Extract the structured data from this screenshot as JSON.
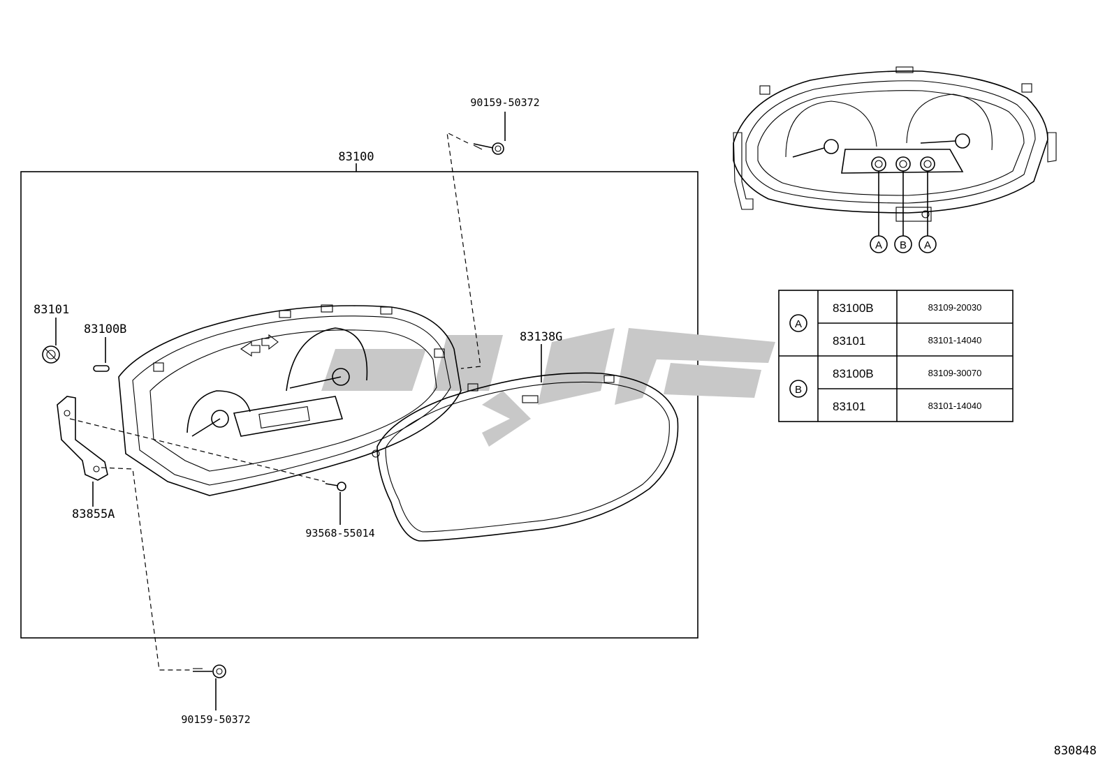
{
  "diagram": {
    "main_box_label": "83100",
    "callouts": {
      "screw_top": "90159-50372",
      "screw_bottom": "90159-50372",
      "bulb_socket": "83101",
      "bulb": "83100B",
      "bracket": "83855A",
      "lens": "83138G",
      "small_screw": "93568-55014"
    },
    "socket_markers": [
      "A",
      "B",
      "A"
    ],
    "drawing_number": "830848"
  },
  "reference_table": {
    "groups": [
      {
        "marker": "A",
        "rows": [
          {
            "part": "83100B",
            "number": "83109-20030"
          },
          {
            "part": "83101",
            "number": "83101-14040"
          }
        ]
      },
      {
        "marker": "B",
        "rows": [
          {
            "part": "83100B",
            "number": "83109-30070"
          },
          {
            "part": "83101",
            "number": "83101-14040"
          }
        ]
      }
    ]
  },
  "colors": {
    "line": "#000000",
    "watermark": "#c8c8c8",
    "background": "#ffffff"
  }
}
